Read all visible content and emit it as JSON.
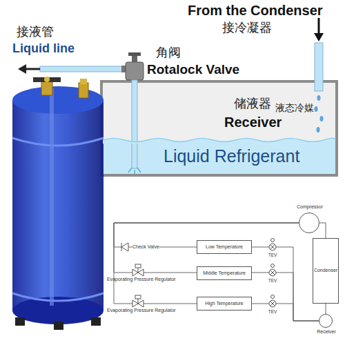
{
  "diagram": {
    "nodes": [
      {
        "text": [
          "储液器",
          "Receiver",
          "液态冷媒"
        ]
      },
      {
        "text": [
          "Liquid Refrigerant"
        ],
        "in": 0
      },
      {
        "text": [
          "Compressor"
        ]
      },
      {
        "text": [
          "Condenser"
        ]
      },
      {
        "text": [
          "Low Temperature"
        ]
      },
      {
        "text": [
          "Middle Temperature"
        ]
      },
      {
        "text": [
          "High Temperature"
        ]
      },
      {
        "text": [
          "Receiver"
        ]
      }
    ],
    "edges": [
      {
        "from": 2,
        "to": 3,
        "arrow": "none"
      },
      {
        "from": 3,
        "to": 7,
        "arrow": "none"
      },
      {
        "from": 7,
        "to": 4,
        "arrow": "none"
      },
      {
        "from": 7,
        "to": 5,
        "arrow": "none"
      },
      {
        "from": 7,
        "to": 6,
        "arrow": "none"
      },
      {
        "from": 4,
        "to": 2,
        "arrow": "none"
      },
      {
        "from": 5,
        "to": 2,
        "arrow": "none"
      },
      {
        "from": 6,
        "to": 2,
        "arrow": "none"
      }
    ],
    "labels": [
      "接液管",
      "Liquid line",
      "角阀",
      "Rotalock Valve",
      "From the Condenser",
      "接冷凝器",
      "Check Valve",
      "TEV",
      "Evaporating Pressure Regulator",
      "TEV",
      "Evaporating Pressure Regulator",
      "TEV"
    ]
  }
}
